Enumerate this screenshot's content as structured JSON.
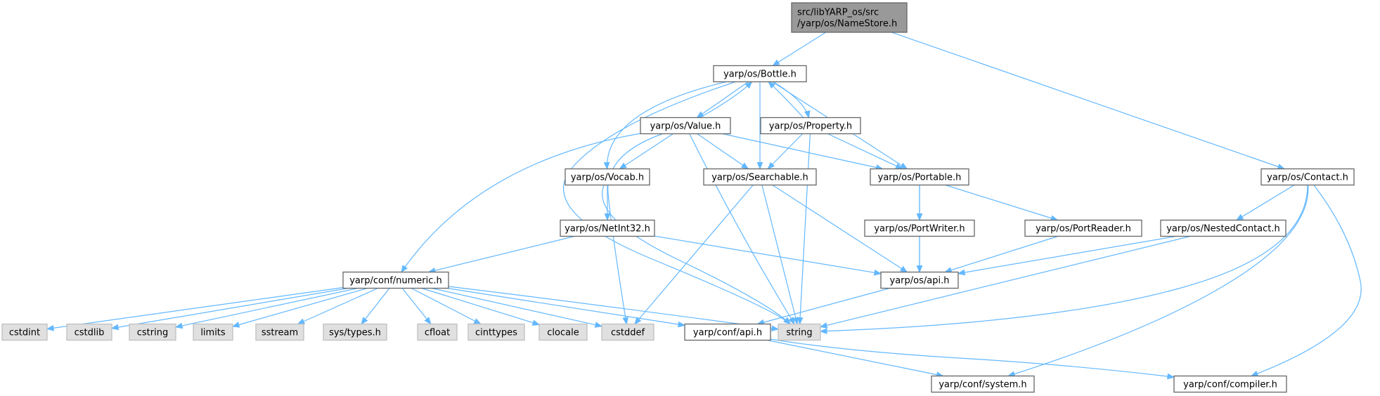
{
  "graph": {
    "edge_color": "#63b8ff",
    "nodes": [
      {
        "id": "root",
        "lines": [
          "src/libYARP_os/src",
          "/yarp/os/NameStore.h"
        ],
        "kind": "focus"
      },
      {
        "id": "bottle",
        "lines": [
          "yarp/os/Bottle.h"
        ],
        "kind": "header"
      },
      {
        "id": "contact",
        "lines": [
          "yarp/os/Contact.h"
        ],
        "kind": "header"
      },
      {
        "id": "value",
        "lines": [
          "yarp/os/Value.h"
        ],
        "kind": "header"
      },
      {
        "id": "property",
        "lines": [
          "yarp/os/Property.h"
        ],
        "kind": "header"
      },
      {
        "id": "vocab",
        "lines": [
          "yarp/os/Vocab.h"
        ],
        "kind": "header"
      },
      {
        "id": "searchable",
        "lines": [
          "yarp/os/Searchable.h"
        ],
        "kind": "header"
      },
      {
        "id": "portable",
        "lines": [
          "yarp/os/Portable.h"
        ],
        "kind": "header"
      },
      {
        "id": "netint32",
        "lines": [
          "yarp/os/NetInt32.h"
        ],
        "kind": "header"
      },
      {
        "id": "portwriter",
        "lines": [
          "yarp/os/PortWriter.h"
        ],
        "kind": "header"
      },
      {
        "id": "portreader",
        "lines": [
          "yarp/os/PortReader.h"
        ],
        "kind": "header"
      },
      {
        "id": "nestedcontact",
        "lines": [
          "yarp/os/NestedContact.h"
        ],
        "kind": "header"
      },
      {
        "id": "numeric",
        "lines": [
          "yarp/conf/numeric.h"
        ],
        "kind": "header"
      },
      {
        "id": "osapi",
        "lines": [
          "yarp/os/api.h"
        ],
        "kind": "header"
      },
      {
        "id": "cstdint",
        "lines": [
          "cstdint"
        ],
        "kind": "sys"
      },
      {
        "id": "cstdlib",
        "lines": [
          "cstdlib"
        ],
        "kind": "sys"
      },
      {
        "id": "cstring",
        "lines": [
          "cstring"
        ],
        "kind": "sys"
      },
      {
        "id": "limits",
        "lines": [
          "limits"
        ],
        "kind": "sys"
      },
      {
        "id": "sstream",
        "lines": [
          "sstream"
        ],
        "kind": "sys"
      },
      {
        "id": "systypes",
        "lines": [
          "sys/types.h"
        ],
        "kind": "sys"
      },
      {
        "id": "cfloat",
        "lines": [
          "cfloat"
        ],
        "kind": "sys"
      },
      {
        "id": "cinttypes",
        "lines": [
          "cinttypes"
        ],
        "kind": "sys"
      },
      {
        "id": "clocale",
        "lines": [
          "clocale"
        ],
        "kind": "sys"
      },
      {
        "id": "cstddef",
        "lines": [
          "cstddef"
        ],
        "kind": "sys"
      },
      {
        "id": "string",
        "lines": [
          "string"
        ],
        "kind": "sys"
      },
      {
        "id": "confapi",
        "lines": [
          "yarp/conf/api.h"
        ],
        "kind": "header"
      },
      {
        "id": "system",
        "lines": [
          "yarp/conf/system.h"
        ],
        "kind": "header"
      },
      {
        "id": "compiler",
        "lines": [
          "yarp/conf/compiler.h"
        ],
        "kind": "header"
      }
    ],
    "edges": [
      [
        "root",
        "bottle"
      ],
      [
        "root",
        "contact"
      ],
      [
        "bottle",
        "value"
      ],
      [
        "bottle",
        "property"
      ],
      [
        "bottle",
        "vocab"
      ],
      [
        "bottle",
        "searchable"
      ],
      [
        "bottle",
        "portable"
      ],
      [
        "bottle",
        "string"
      ],
      [
        "value",
        "bottle"
      ],
      [
        "value",
        "numeric"
      ],
      [
        "value",
        "vocab"
      ],
      [
        "value",
        "searchable"
      ],
      [
        "value",
        "portable"
      ],
      [
        "value",
        "cstddef"
      ],
      [
        "value",
        "string"
      ],
      [
        "property",
        "bottle"
      ],
      [
        "property",
        "searchable"
      ],
      [
        "property",
        "portable"
      ],
      [
        "property",
        "string"
      ],
      [
        "vocab",
        "netint32"
      ],
      [
        "vocab",
        "string"
      ],
      [
        "searchable",
        "osapi"
      ],
      [
        "searchable",
        "cstddef"
      ],
      [
        "searchable",
        "string"
      ],
      [
        "portable",
        "portwriter"
      ],
      [
        "portable",
        "portreader"
      ],
      [
        "portable",
        "osapi"
      ],
      [
        "netint32",
        "numeric"
      ],
      [
        "netint32",
        "osapi"
      ],
      [
        "portwriter",
        "osapi"
      ],
      [
        "portreader",
        "osapi"
      ],
      [
        "contact",
        "nestedcontact"
      ],
      [
        "contact",
        "string"
      ],
      [
        "contact",
        "system"
      ],
      [
        "contact",
        "compiler"
      ],
      [
        "nestedcontact",
        "osapi"
      ],
      [
        "nestedcontact",
        "string"
      ],
      [
        "numeric",
        "cstdint"
      ],
      [
        "numeric",
        "cstdlib"
      ],
      [
        "numeric",
        "cstring"
      ],
      [
        "numeric",
        "limits"
      ],
      [
        "numeric",
        "sstream"
      ],
      [
        "numeric",
        "systypes"
      ],
      [
        "numeric",
        "cfloat"
      ],
      [
        "numeric",
        "cinttypes"
      ],
      [
        "numeric",
        "clocale"
      ],
      [
        "numeric",
        "cstddef"
      ],
      [
        "numeric",
        "string"
      ],
      [
        "numeric",
        "confapi"
      ],
      [
        "osapi",
        "confapi"
      ],
      [
        "confapi",
        "system"
      ],
      [
        "confapi",
        "compiler"
      ]
    ]
  }
}
